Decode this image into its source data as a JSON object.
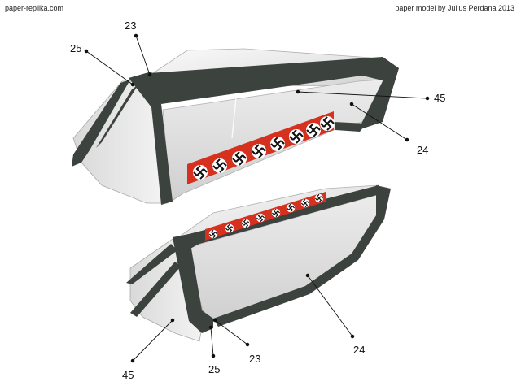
{
  "header": {
    "left": "paper-replika.com",
    "right": "paper model by Julius Perdana 2013"
  },
  "callouts": {
    "top": [
      "23",
      "25",
      "45",
      "24"
    ],
    "bottom": [
      "24",
      "45",
      "25",
      "23"
    ]
  },
  "colors": {
    "frame": "#3c423d",
    "glass_light": "#f3f3f3",
    "glass_shade": "#c4c4c4",
    "band_red": "#d6301f",
    "marking_disc": "#ffffff"
  },
  "icons": {
    "marking": "swastika-disc-icon"
  }
}
